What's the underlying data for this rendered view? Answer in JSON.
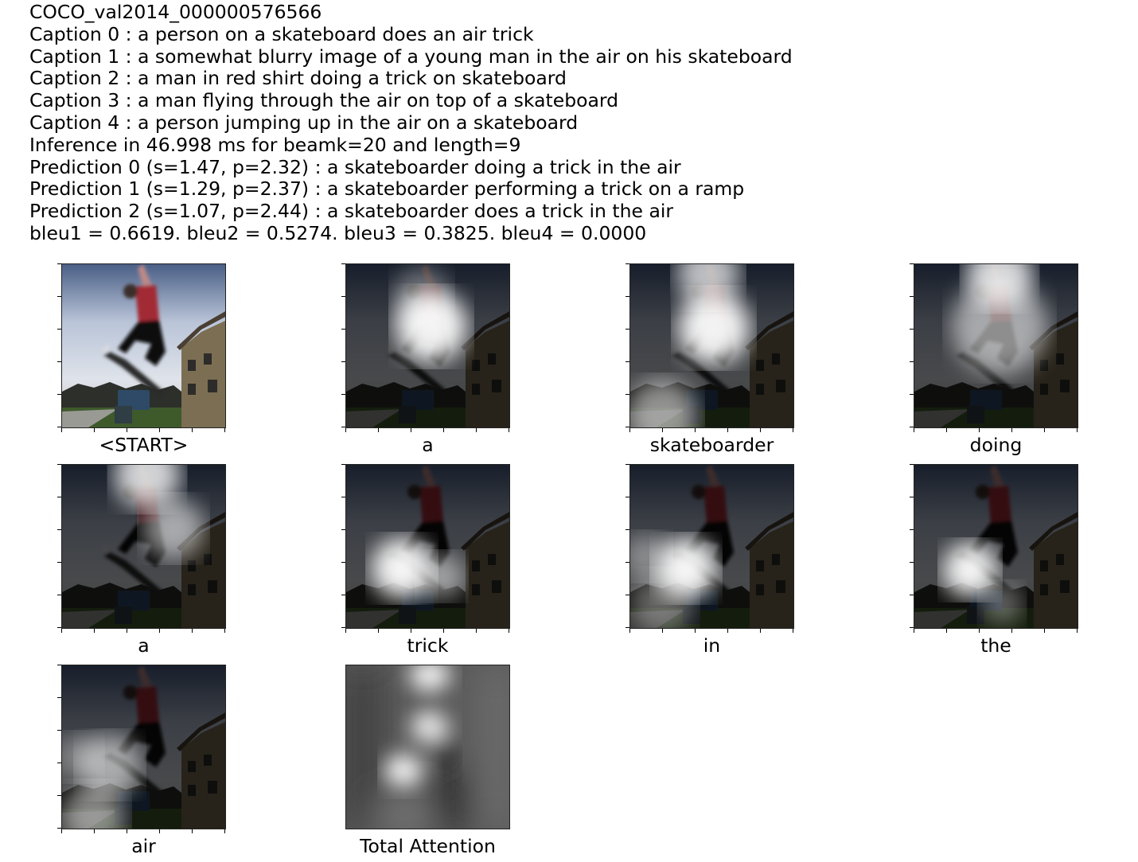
{
  "figure": {
    "image_id": "COCO_val2014_000000576566",
    "captions": [
      "Caption 0 : a person on a skateboard does an air trick",
      "Caption 1 : a somewhat blurry image of a young man in the air on his skateboard",
      "Caption 2 : a man in red shirt doing a trick on skateboard",
      "Caption 3 : a man flying through the air on top of a skateboard",
      "Caption 4 : a person jumping up in the air on a skateboard"
    ],
    "inference": "Inference in 46.998 ms for beamk=20 and length=9",
    "predictions": [
      "Prediction 0 (s=1.47, p=2.32) : a skateboarder doing a trick in the air",
      "Prediction 1 (s=1.29, p=2.37) : a skateboarder performing a trick on a ramp",
      "Prediction 2 (s=1.07, p=2.44) : a skateboarder does a trick in the air"
    ],
    "bleu": "bleu1 = 0.6619. bleu2 = 0.5274. bleu3 = 0.3825. bleu4 = 0.0000"
  },
  "panels": [
    {
      "word": "<START>",
      "kind": "original"
    },
    {
      "word": "a",
      "kind": "attention"
    },
    {
      "word": "skateboarder",
      "kind": "attention"
    },
    {
      "word": "doing",
      "kind": "attention"
    },
    {
      "word": "a",
      "kind": "attention"
    },
    {
      "word": "trick",
      "kind": "attention"
    },
    {
      "word": "in",
      "kind": "attention"
    },
    {
      "word": "the",
      "kind": "attention"
    },
    {
      "word": "air",
      "kind": "attention"
    },
    {
      "word": "Total Attention",
      "kind": "heatmap"
    }
  ]
}
